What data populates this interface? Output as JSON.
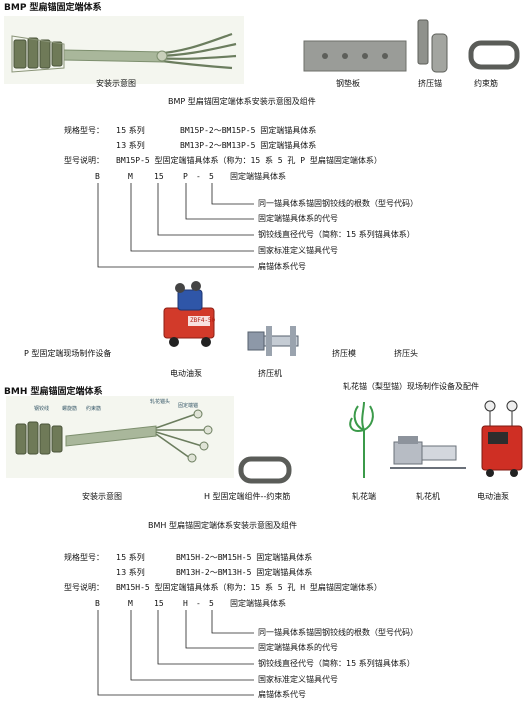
{
  "sections": {
    "bmp_title": "BMP 型扁锚固定端体系",
    "bmh_title": "BMH 型扁锚固定端体系",
    "p_equipment_title": "P 型固定端现场制作设备",
    "h_equipment_title": "轧花锚（梨型锚）现场制作设备及配件"
  },
  "bmp": {
    "captions": {
      "diagram": "安装示意图",
      "plate": "钢垫板",
      "extrusion": "挤压锚",
      "bundle": "约束筋"
    },
    "figure_title": "BMP 型扁锚固定端体系安装示意图及组件",
    "spec": {
      "label": "规格型号：",
      "row1_series": "15 系列",
      "row1_range": "BM15P-2～BM15P-5 固定端锚具体系",
      "row2_series": "13 系列",
      "row2_range": "BM13P-2～BM13P-5 固定端锚具体系"
    },
    "model": {
      "label": "型号说明：",
      "text": "BM15P-5 型固定端锚具体系（称为：15 系 5 孔 P 型扁锚固定端体系）",
      "code": [
        "B",
        "M",
        "15",
        "P",
        "-",
        "5"
      ],
      "code_label": "固定端锚具体系",
      "explanations": [
        "同一锚具体系锚固钢铰线的根数（型号代码）",
        "固定端锚具体系的代号",
        "钢铰线直径代号（简称：15 系列锚具体系）",
        "国家标准定义锚具代号",
        "扁锚体系代号"
      ]
    }
  },
  "p_equipment": {
    "pump_tag": "ZBF4-50",
    "captions": {
      "pump": "电动油泵",
      "machine": "挤压机",
      "die": "挤压模",
      "head": "挤压头"
    }
  },
  "bmh": {
    "diagram_labels": [
      "钢铰线",
      "螺旋筋",
      "约束筋",
      "轧花锚头",
      "固定端锚"
    ],
    "captions": {
      "diagram": "安装示意图",
      "h_component": "H 型固定端组件--约束筋",
      "swage_end": "轧花端",
      "swage_machine": "轧花机",
      "pump": "电动油泵"
    },
    "figure_title": "BMH 型扁锚固定端体系安装示意图及组件",
    "spec": {
      "label": "规格型号：",
      "row1_series": "15 系列",
      "row1_range": "BM15H-2～BM15H-5 固定端锚具体系",
      "row2_series": "13 系列",
      "row2_range": "BM13H-2～BM13H-5 固定端锚具体系"
    },
    "model": {
      "label": "型号说明：",
      "text": "BM15H-5 型固定端锚具体系（称为：15 系 5 孔 H 型扁锚固定端体系）",
      "code": [
        "B",
        "M",
        "15",
        "H",
        "-",
        "5"
      ],
      "code_label": "固定端锚具体系",
      "explanations": [
        "同一锚具体系锚固钢铰线的根数（型号代码）",
        "固定端锚具体系的代号",
        "钢铰线直径代号（简称：15 系列锚具体系）",
        "国家标准定义锚具代号",
        "扁锚体系代号"
      ]
    }
  }
}
